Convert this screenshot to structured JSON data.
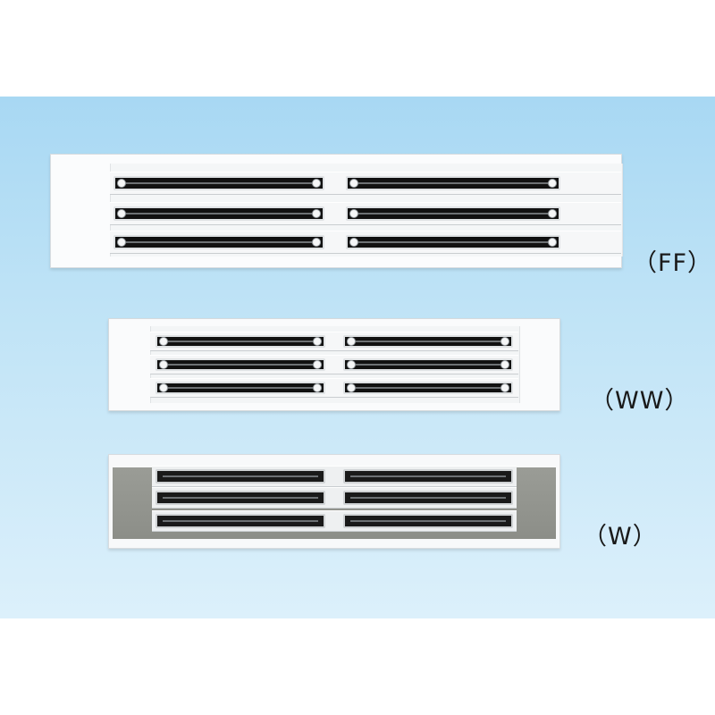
{
  "products": [
    {
      "id": "ff",
      "label": "（FF）"
    },
    {
      "id": "ww",
      "label": "（WW）"
    },
    {
      "id": "w",
      "label": "（W）"
    }
  ],
  "colors": {
    "background_top": "#a8d8f3",
    "background_bottom": "#dcf0fb",
    "panel_white": "#fbfcfd",
    "panel_gray": "#8c8e88",
    "slot_black": "#111111"
  }
}
